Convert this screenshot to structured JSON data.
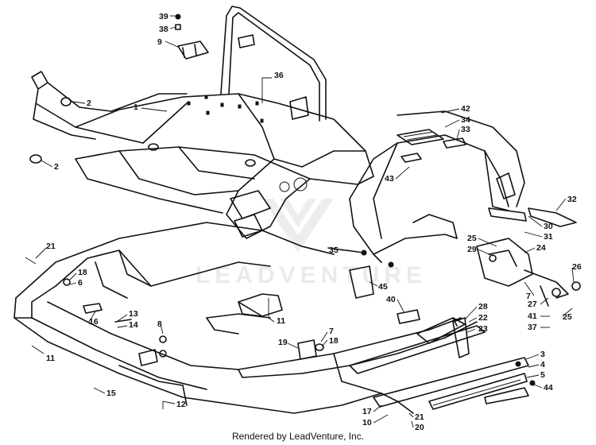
{
  "watermark": {
    "text": "LEADVENTURE"
  },
  "footer": {
    "text": "Rendered by LeadVenture, Inc."
  },
  "callouts": [
    "39",
    "38",
    "9",
    "36",
    "1",
    "2",
    "2",
    "42",
    "34",
    "33",
    "43",
    "32",
    "30",
    "31",
    "35",
    "25",
    "29",
    "24",
    "26",
    "7",
    "45",
    "40",
    "27",
    "41",
    "37",
    "25",
    "28",
    "22",
    "23",
    "21",
    "18",
    "6",
    "13",
    "14",
    "16",
    "8",
    "11",
    "11",
    "19",
    "7",
    "18",
    "3",
    "4",
    "5",
    "44",
    "15",
    "12",
    "17",
    "10",
    "21",
    "20"
  ]
}
